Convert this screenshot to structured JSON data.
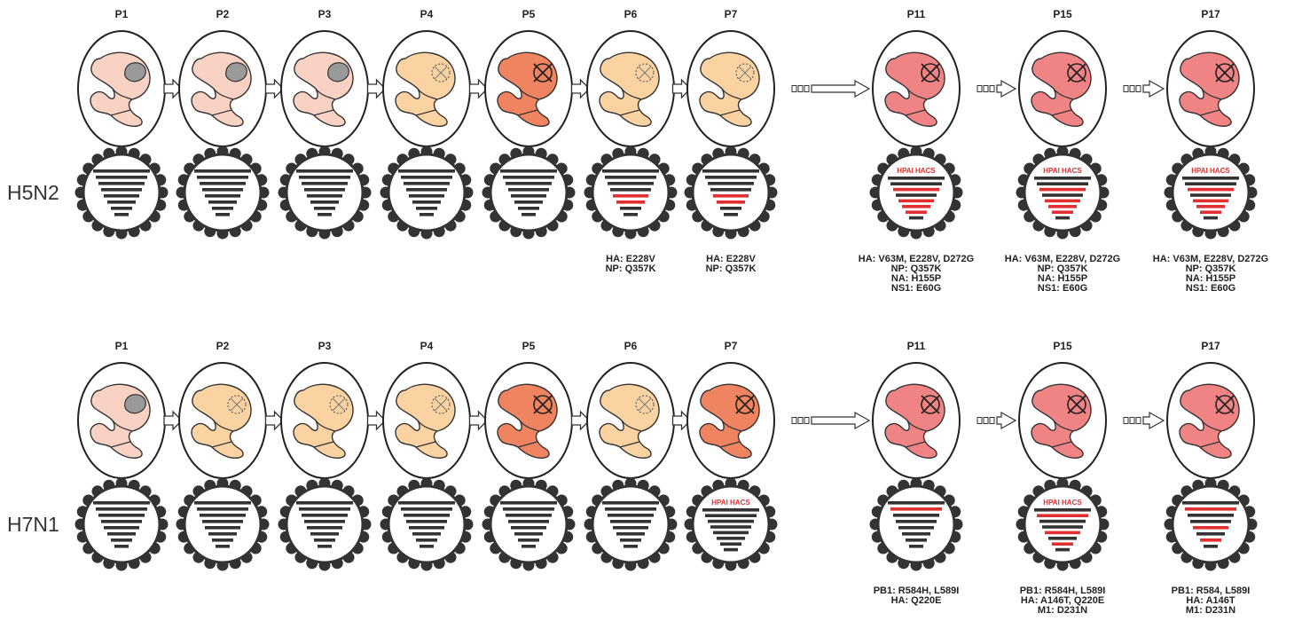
{
  "colors": {
    "pale": "#f9d2c4",
    "peach": "#fbd3a2",
    "orange": "#f08460",
    "pink": "#f08484",
    "tumor": "#9a9a9a",
    "red_segment": "#e03030",
    "black_segment": "#333333"
  },
  "rows": [
    {
      "virus": "H5N2",
      "stages": [
        {
          "label": "P1",
          "embryo": "pale",
          "lesion": "solid",
          "red_segments": [],
          "hacs": "",
          "mutations": []
        },
        {
          "label": "P2",
          "embryo": "pale",
          "lesion": "solid",
          "red_segments": [],
          "hacs": "",
          "mutations": []
        },
        {
          "label": "P3",
          "embryo": "pale",
          "lesion": "solid",
          "red_segments": [],
          "hacs": "",
          "mutations": []
        },
        {
          "label": "P4",
          "embryo": "peach",
          "lesion": "dotted",
          "red_segments": [],
          "hacs": "",
          "mutations": []
        },
        {
          "label": "P5",
          "embryo": "orange",
          "lesion": "cross",
          "red_segments": [],
          "hacs": "",
          "mutations": []
        },
        {
          "label": "P6",
          "embryo": "peach",
          "lesion": "dotted",
          "red_segments": [
            4,
            5
          ],
          "hacs": "",
          "mutations": [
            "HA: E228V",
            "NP: Q357K"
          ]
        },
        {
          "label": "P7",
          "embryo": "peach",
          "lesion": "dotted",
          "red_segments": [
            4,
            5
          ],
          "hacs": "",
          "mutations": [
            "HA: E228V",
            "NP: Q357K"
          ]
        },
        {
          "label": "P11",
          "embryo": "pink",
          "lesion": "cross",
          "red_segments": [
            2,
            4,
            5,
            6
          ],
          "hacs": "HPAI HACS",
          "mutations": [
            "HA: V63M, E228V, D272G",
            "NP: Q357K",
            "NA: H155P",
            "NS1: E60G"
          ]
        },
        {
          "label": "P15",
          "embryo": "pink",
          "lesion": "cross",
          "red_segments": [
            2,
            4,
            5,
            6
          ],
          "hacs": "HPAI HACS",
          "mutations": [
            "HA: V63M, E228V, D272G",
            "NP: Q357K",
            "NA: H155P",
            "NS1: E60G"
          ]
        },
        {
          "label": "P17",
          "embryo": "pink",
          "lesion": "cross",
          "red_segments": [
            2,
            4,
            5,
            6
          ],
          "hacs": "HPAI HACS",
          "mutations": [
            "HA: V63M, E228V, D272G",
            "NP: Q357K",
            "NA: H155P",
            "NS1: E60G"
          ]
        }
      ]
    },
    {
      "virus": "H7N1",
      "stages": [
        {
          "label": "P1",
          "embryo": "pale",
          "lesion": "solid",
          "red_segments": [],
          "hacs": "",
          "mutations": []
        },
        {
          "label": "P2",
          "embryo": "peach",
          "lesion": "dotted",
          "red_segments": [],
          "hacs": "",
          "mutations": []
        },
        {
          "label": "P3",
          "embryo": "peach",
          "lesion": "dotted",
          "red_segments": [],
          "hacs": "",
          "mutations": []
        },
        {
          "label": "P4",
          "embryo": "peach",
          "lesion": "dotted",
          "red_segments": [],
          "hacs": "",
          "mutations": []
        },
        {
          "label": "P5",
          "embryo": "orange",
          "lesion": "cross",
          "red_segments": [],
          "hacs": "",
          "mutations": []
        },
        {
          "label": "P6",
          "embryo": "peach",
          "lesion": "dotted",
          "red_segments": [],
          "hacs": "",
          "mutations": []
        },
        {
          "label": "P7",
          "embryo": "orange",
          "lesion": "cross",
          "red_segments": [],
          "hacs": "HPAI HACS",
          "mutations": []
        },
        {
          "label": "P11",
          "embryo": "pink",
          "lesion": "cross",
          "red_segments": [
            1
          ],
          "hacs": "",
          "mutations": [
            "PB1: R584H, L589I",
            "HA: Q220E"
          ]
        },
        {
          "label": "P15",
          "embryo": "pink",
          "lesion": "cross",
          "red_segments": [
            1,
            4,
            6
          ],
          "hacs": "HPAI HACS",
          "mutations": [
            "PB1: R584H, L589I",
            "HA: A146T, Q220E",
            "M1: D231N"
          ]
        },
        {
          "label": "P17",
          "embryo": "pink",
          "lesion": "cross",
          "red_segments": [
            1,
            4,
            6
          ],
          "hacs": "",
          "mutations": [
            "PB1: R584, L589I",
            "HA: A146T",
            "M1: D231N"
          ]
        }
      ]
    }
  ]
}
